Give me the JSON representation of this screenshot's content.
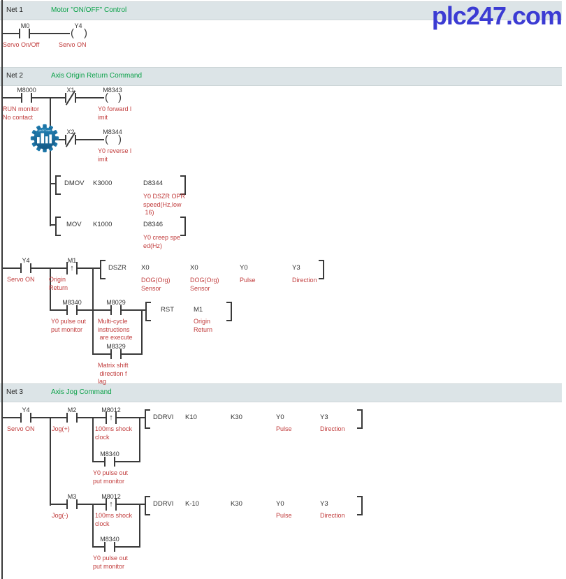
{
  "watermark": "plc247.com",
  "gear_icon_text": "plc247.com",
  "net1": {
    "id": "Net 1",
    "title": "Motor \"ON/OFF\" Control",
    "m0": {
      "name": "M0",
      "comment": "Servo On/Off"
    },
    "y4": {
      "name": "Y4",
      "comment": "Servo ON"
    }
  },
  "net2": {
    "id": "Net 2",
    "title": "Axis Origin Return Command",
    "m8000": {
      "name": "M8000",
      "comment": "RUN monitor\nNo contact"
    },
    "x1": {
      "name": "X1"
    },
    "m8343": {
      "name": "M8343",
      "comment": "Y0 forward l\nimit"
    },
    "x2": {
      "name": "X2"
    },
    "m8344": {
      "name": "M8344",
      "comment": "Y0 reverse l\nimit"
    },
    "dmov": {
      "mn": "DMOV",
      "op1": "K3000",
      "op2": "D8344",
      "op2_comment": "Y0 DSZR OPR\nspeed(Hz,low\n 16)"
    },
    "mov": {
      "mn": "MOV",
      "op1": "K1000",
      "op2": "D8346",
      "op2_comment": "Y0 creep spe\ned(Hz)"
    },
    "y4": {
      "name": "Y4",
      "comment": "Servo ON"
    },
    "m1": {
      "name": "M1",
      "comment": "Origin\nReturn"
    },
    "dszr": {
      "mn": "DSZR",
      "op1": "X0",
      "op1_comment": "DOG(Org)\nSensor",
      "op2": "X0",
      "op2_comment": "DOG(Org)\nSensor",
      "op3": "Y0",
      "op3_comment": "Pulse",
      "op4": "Y3",
      "op4_comment": "Direction"
    },
    "m8340": {
      "name": "M8340",
      "comment": "Y0 pulse out\nput monitor"
    },
    "m8029": {
      "name": "M8029",
      "comment": "Multi-cycle\ninstructions\n are execute"
    },
    "rst": {
      "mn": "RST",
      "op1": "M1",
      "op1_comment": "Origin\nReturn"
    },
    "m8329": {
      "name": "M8329",
      "comment": "Matrix shift\n direction f\nlag"
    }
  },
  "net3": {
    "id": "Net 3",
    "title": "Axis Jog Command",
    "y4": {
      "name": "Y4",
      "comment": "Servo ON"
    },
    "m2": {
      "name": "M2",
      "comment": "Jog(+)"
    },
    "m8012a": {
      "name": "M8012",
      "comment": "100ms shock\nclock"
    },
    "ddrvi1": {
      "mn": "DDRVI",
      "op1": "K10",
      "op2": "K30",
      "op3": "Y0",
      "op3_comment": "Pulse",
      "op4": "Y3",
      "op4_comment": "Direction"
    },
    "m8340a": {
      "name": "M8340",
      "comment": "Y0 pulse out\nput monitor"
    },
    "m3": {
      "name": "M3",
      "comment": "Jog(-)"
    },
    "m8012b": {
      "name": "M8012",
      "comment": "100ms shock\nclock"
    },
    "ddrvi2": {
      "mn": "DDRVI",
      "op1": "K-10",
      "op2": "K30",
      "op3": "Y0",
      "op3_comment": "Pulse",
      "op4": "Y3",
      "op4_comment": "Direction"
    },
    "m8340b": {
      "name": "M8340",
      "comment": "Y0 pulse out\nput monitor"
    }
  }
}
